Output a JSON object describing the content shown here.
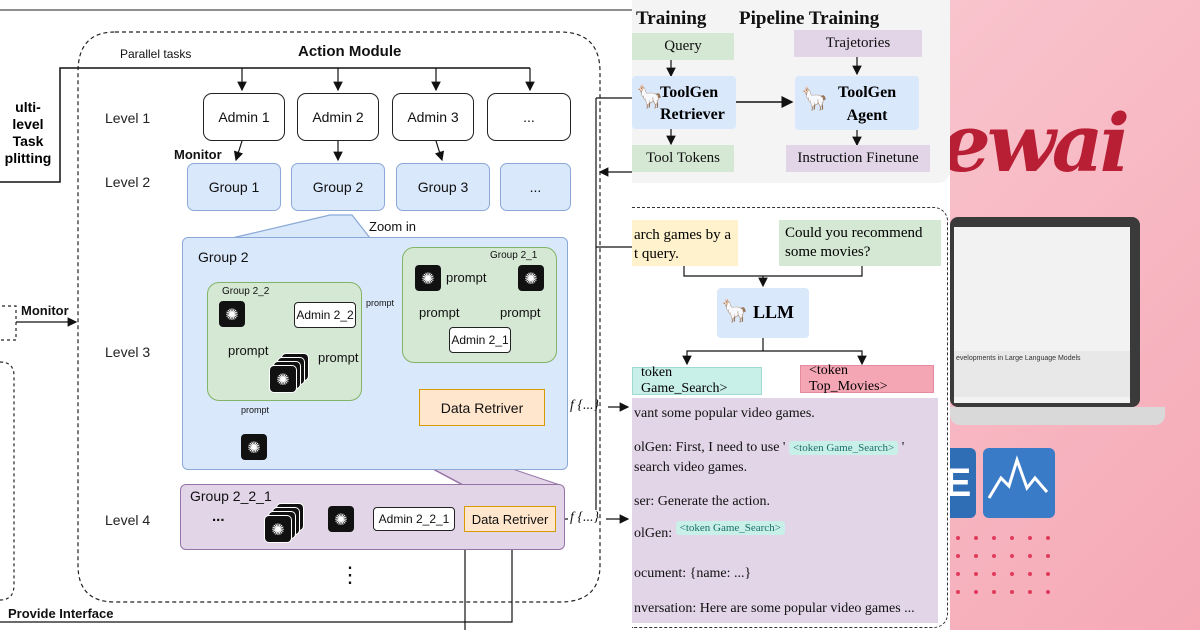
{
  "left_diagram": {
    "parallel_tasks": "Parallel tasks",
    "action_module": "Action Module",
    "multi_level_task_splitting": [
      "ulti-level",
      "Task",
      "plitting"
    ],
    "monitor_top": "Monitor",
    "monitor_side": "Monitor",
    "zoom_in": "Zoom in",
    "provide_interface": "Provide Interface",
    "levels": [
      "Level 1",
      "Level 2",
      "Level 3",
      "Level 4"
    ],
    "admins": [
      "Admin 1",
      "Admin 2",
      "Admin 3",
      "..."
    ],
    "groups": [
      "Group 1",
      "Group 2",
      "Group 3",
      "..."
    ],
    "group2_title": "Group 2",
    "group2_1_title": "Group 2_1",
    "group2_2_title": "Group 2_2",
    "prompt": "prompt",
    "admin_2_2": "Admin 2_2",
    "admin_2_1": "Admin 2_1",
    "data_retriever_l3": "Data Retriver",
    "data_retriever_l4": "Data Retriver",
    "f_label_1": "f {...}",
    "f_label_2": "f {...}",
    "group2_2_1_title": "Group 2_2_1",
    "level4_ellipsis": "...",
    "admin_2_2_1": "Admin 2_2_1",
    "vertical_dots": "⋮"
  },
  "right_top": {
    "training": "Training",
    "pipeline_training": "Pipeline Training",
    "query": "Query",
    "trajectories": "Trajetories",
    "toolgen_retriever": [
      "ToolGen",
      "Retriever"
    ],
    "toolgen_agent": [
      "ToolGen",
      "Agent"
    ],
    "tool_tokens": "Tool Tokens",
    "instruction_finetune": "Instruction Finetune"
  },
  "right_bottom": {
    "query_left": [
      "arch games by a",
      "t query."
    ],
    "query_right": [
      "Could you recommend",
      "some movies?"
    ],
    "llm": "LLM",
    "token_left": "token Game_Search>",
    "token_right": "<token Top_Movies>",
    "chat": {
      "line1": "vant some popular video games.",
      "line2_pre": "olGen: First, I need to use '",
      "line2_token": "<token Game_Search>",
      "line2_post": "'",
      "line3": "search video games.",
      "line4": "ser: Generate the action.",
      "line5_pre": "olGen:",
      "line5_token": "<token Game_Search>",
      "line6": "ocument: {name: ...}",
      "line7": "nversation: Here are some popular video games ..."
    }
  },
  "backdrop": {
    "logo_text": "ewai",
    "laptop_caption": "evelopments in Large Language Models",
    "icon_letter": "E"
  },
  "colors": {
    "group_blue": "#dae8fc",
    "group_green": "#d5e8d4",
    "group_purple": "#e1d5e7",
    "retriever_orange": "#ffe6cc",
    "pink_bg": "#f7b9c4",
    "logo_red": "#b81f34"
  }
}
